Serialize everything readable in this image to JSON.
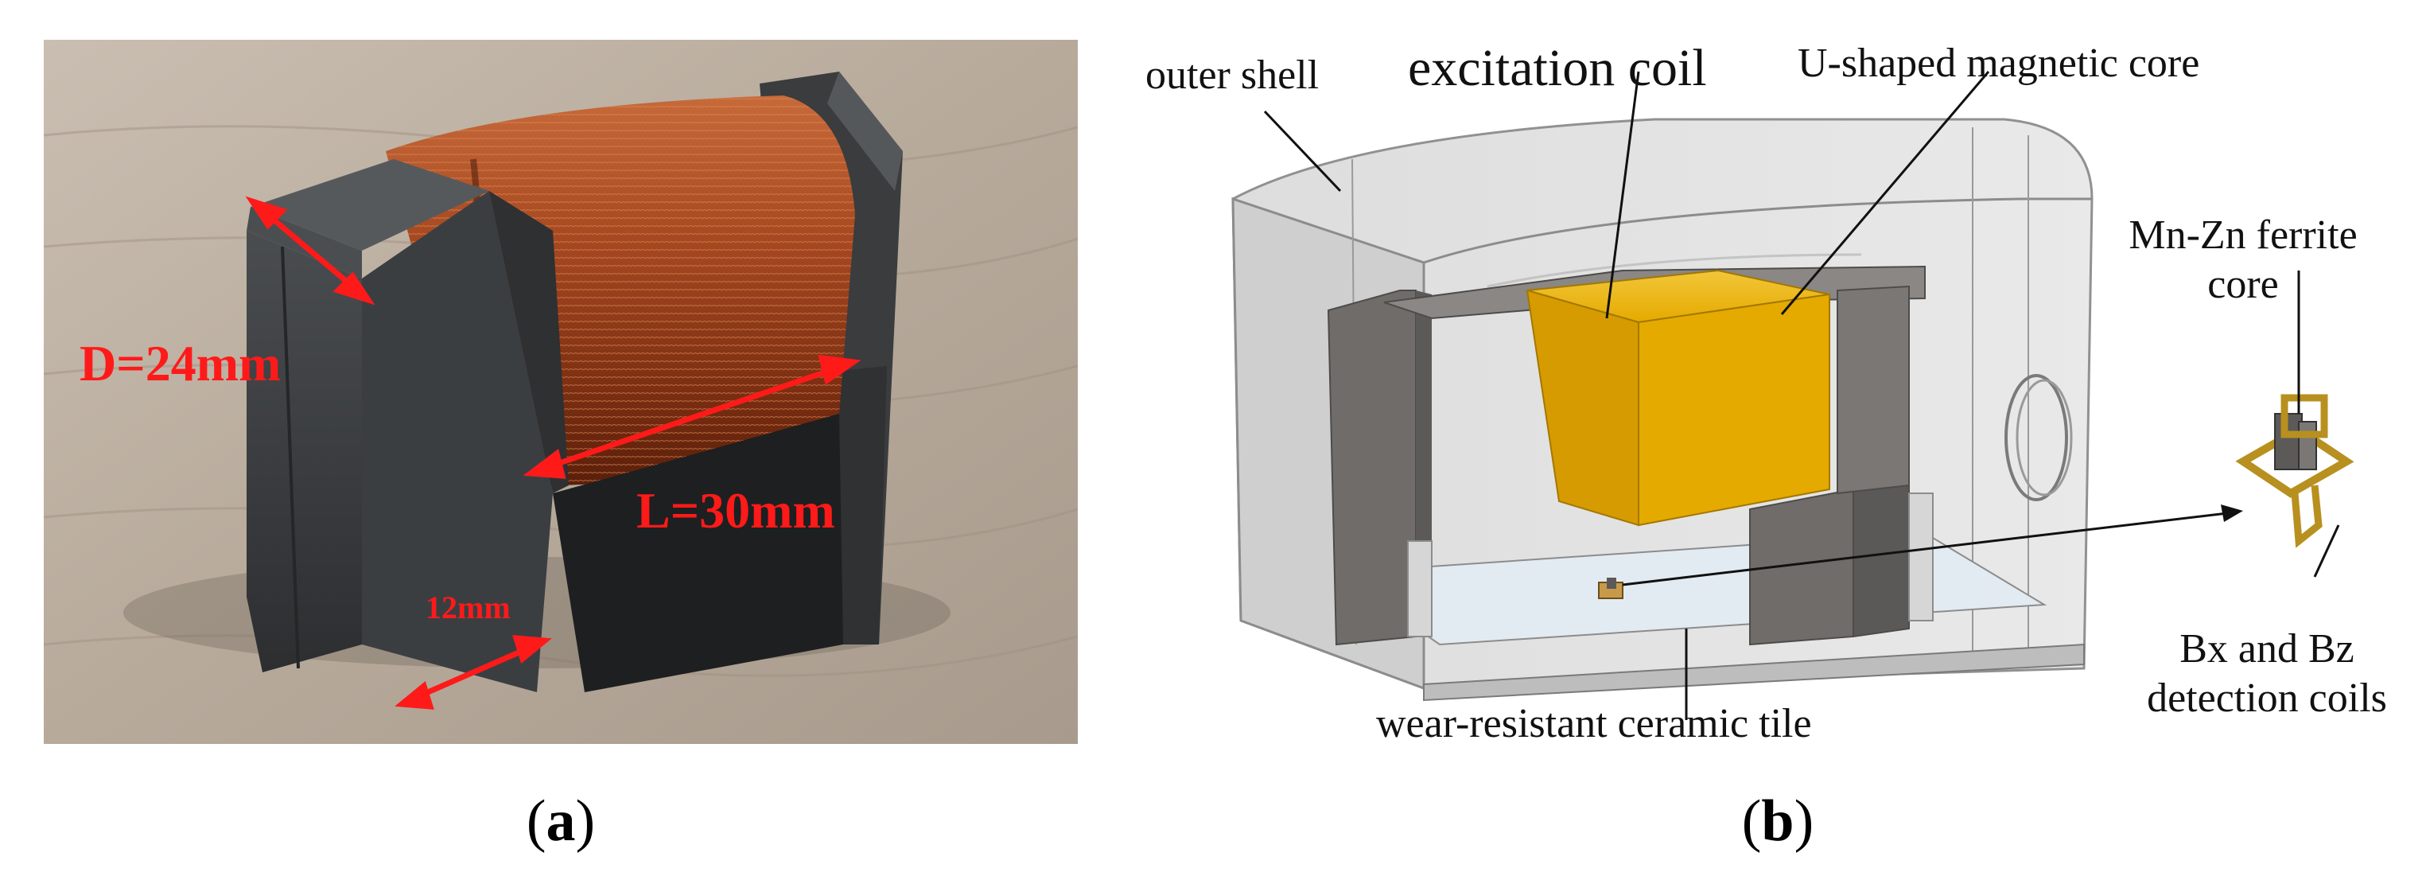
{
  "panel_a": {
    "label_paren_open": "(",
    "label_letter": "a",
    "label_paren_close": ")",
    "dim_depth": "D=24mm",
    "dim_length": "L=30mm",
    "dim_leg": "12mm",
    "annotation_color": "#ff1a1a"
  },
  "panel_b": {
    "label_paren_open": "(",
    "label_letter": "b",
    "label_paren_close": ")",
    "callouts": {
      "outer_shell": "outer shell",
      "excitation_coil": "excitation coil",
      "u_core": "U-shaped magnetic core",
      "ferrite_line1": "Mn-Zn ferrite",
      "ferrite_line2": "core",
      "ceramic_tile": "wear-resistant ceramic tile",
      "detection_line1": "Bx and Bz",
      "detection_line2": "detection coils"
    },
    "coil_color": "#e5aa00"
  }
}
